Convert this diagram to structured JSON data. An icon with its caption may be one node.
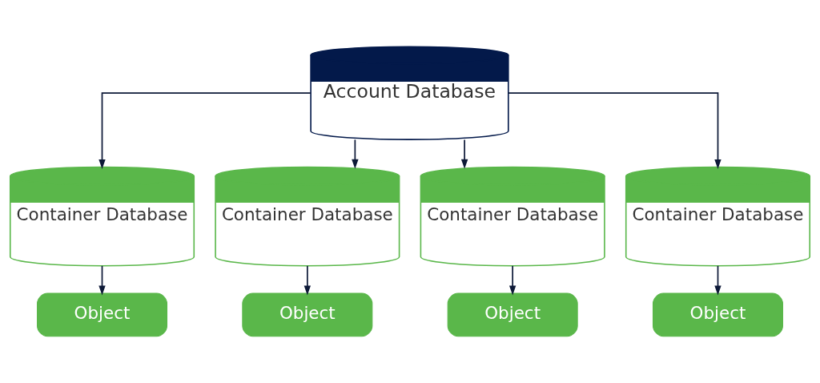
{
  "diagram": {
    "nodes": [
      {
        "text": [
          "Account Database"
        ]
      },
      {
        "text": [
          "Container Database"
        ]
      },
      {
        "text": [
          "Container Database"
        ]
      },
      {
        "text": [
          "Container Database"
        ]
      },
      {
        "text": [
          "Container Database"
        ]
      },
      {
        "text": [
          "Object"
        ]
      },
      {
        "text": [
          "Object"
        ]
      },
      {
        "text": [
          "Object"
        ]
      },
      {
        "text": [
          "Object"
        ]
      }
    ],
    "edges": [
      {
        "from": 0,
        "to": 1,
        "arrow": "to"
      },
      {
        "from": 0,
        "to": 2,
        "arrow": "to"
      },
      {
        "from": 0,
        "to": 3,
        "arrow": "to"
      },
      {
        "from": 0,
        "to": 4,
        "arrow": "to"
      },
      {
        "from": 1,
        "to": 5,
        "arrow": "to"
      },
      {
        "from": 2,
        "to": 6,
        "arrow": "to"
      },
      {
        "from": 3,
        "to": 7,
        "arrow": "to"
      },
      {
        "from": 4,
        "to": 8,
        "arrow": "to"
      }
    ]
  }
}
